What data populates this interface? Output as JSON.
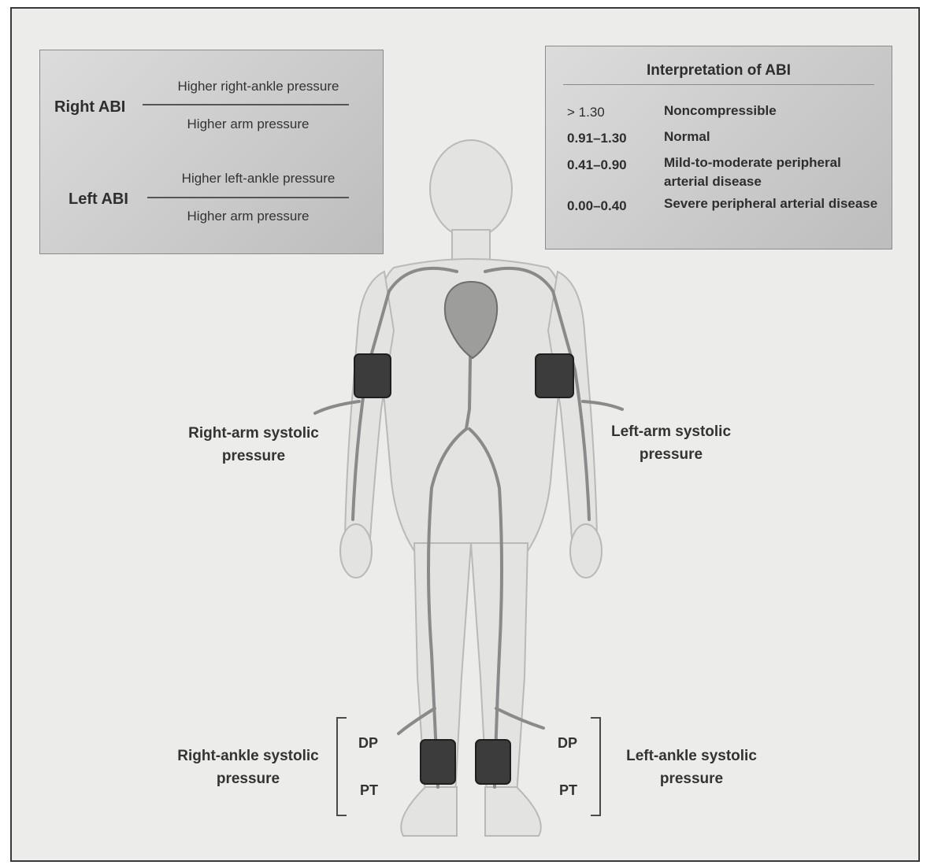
{
  "abi_formula": {
    "right": {
      "label": "Right ABI",
      "numerator": "Higher right-ankle pressure",
      "denominator": "Higher arm pressure"
    },
    "left": {
      "label": "Left ABI",
      "numerator": "Higher left-ankle pressure",
      "denominator": "Higher arm pressure"
    }
  },
  "interpretation": {
    "title": "Interpretation of ABI",
    "rows": [
      {
        "range": "> 1.30",
        "description": "Noncompressible"
      },
      {
        "range": "0.91–1.30",
        "description": "Normal"
      },
      {
        "range": "0.41–0.90",
        "description": "Mild-to-moderate peripheral arterial disease"
      },
      {
        "range": "0.00–0.40",
        "description": "Severe peripheral arterial disease"
      }
    ]
  },
  "callouts": {
    "right_arm": "Right-arm systolic pressure",
    "left_arm": "Left-arm systolic pressure",
    "right_ankle": "Right-ankle systolic pressure",
    "left_ankle": "Left-ankle systolic pressure"
  },
  "ankle_sites": {
    "right_dp": "DP",
    "right_pt": "PT",
    "left_dp": "DP",
    "left_pt": "PT"
  },
  "colors": {
    "background": "#ececea",
    "box_fill": "#c8c8c8",
    "body_fill": "#e6e6e4",
    "artery": "#8a8a8a",
    "cuff": "#3c3c3c"
  }
}
